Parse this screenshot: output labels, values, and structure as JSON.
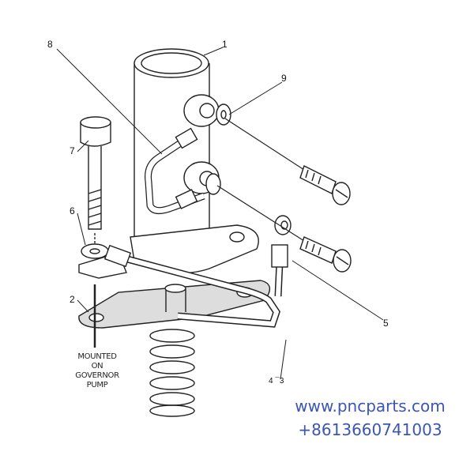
{
  "diagram": {
    "callouts": {
      "c1": "1",
      "c2": "2",
      "c5": "5",
      "c6": "6",
      "c7": "7",
      "c8": "8",
      "c9": "9",
      "c43": "4 ¯3"
    },
    "note_lines": [
      "MOUNTED",
      "ON",
      "GOVERNOR",
      "PUMP"
    ]
  },
  "watermark": {
    "website": "www.pncparts.com",
    "phone": "+8613660741003",
    "color": "#3b56b2"
  }
}
